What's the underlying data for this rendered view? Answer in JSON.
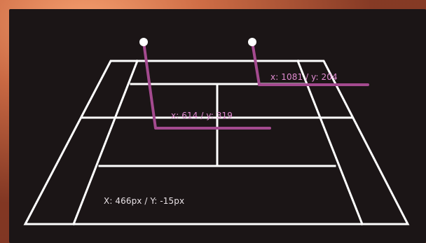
{
  "readouts": {
    "marker_a": "x: 614 / y: 319",
    "marker_b": "x: 1081 / y: 204",
    "cursor": "X: 466px / Y: -15px"
  },
  "colors": {
    "court_lines": "#ffffff",
    "marker_line": "#a44a8f",
    "marker_text": "#e08bd0",
    "panel_bg": "#1b1516",
    "outer_bg": "#b45d3d"
  }
}
